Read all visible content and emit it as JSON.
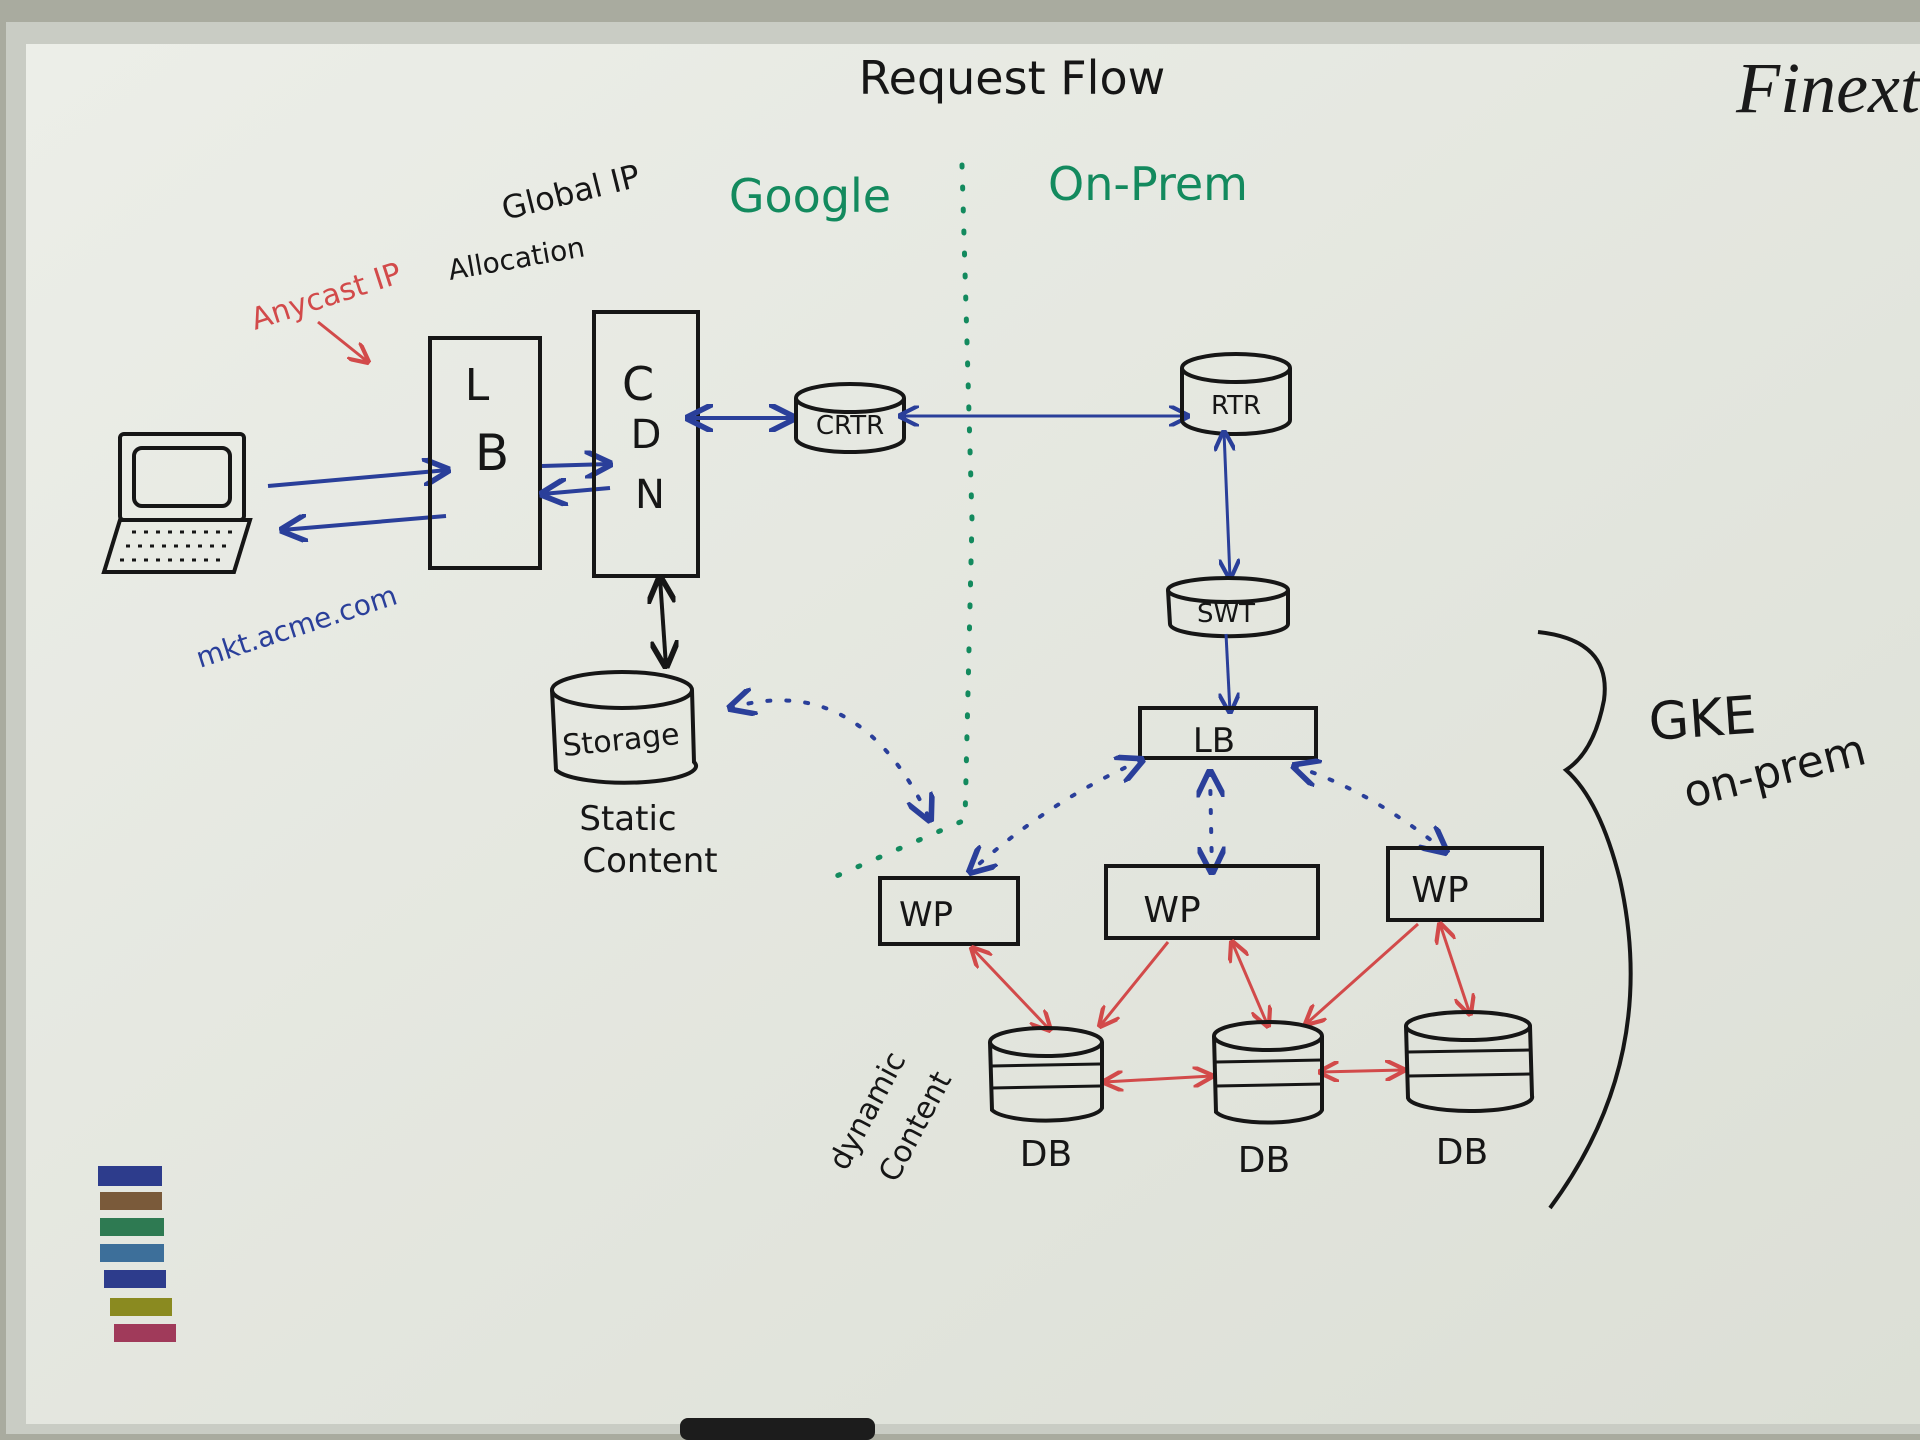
{
  "title": "Request Flow",
  "brand": "Finext",
  "regions": {
    "left": "Google",
    "right": "On-Prem"
  },
  "annotations": {
    "global_ip": "Global IP",
    "allocation": "Allocation",
    "anycast": "Anycast IP",
    "domain": "mkt.acme.com",
    "static_1": "Static",
    "static_2": "Content",
    "dynamic_1": "dynamic",
    "dynamic_2": "Content",
    "gke_1": "GKE",
    "gke_2": "on-prem"
  },
  "nodes": {
    "lb_google_l": "L",
    "lb_google_b": "B",
    "cdn_c": "C",
    "cdn_d": "D",
    "cdn_n": "N",
    "crtr": "CRTR",
    "storage": "Storage",
    "rtr": "RTR",
    "swt": "SWT",
    "lb_onprem": "LB",
    "wp1": "WP",
    "wp2": "WP",
    "wp3": "WP",
    "db1": "DB",
    "db2": "DB",
    "db3": "DB"
  },
  "colors": {
    "board": "#e6e8e1",
    "ink_black": "#161616",
    "ink_blue": "#2a3f9a",
    "ink_red": "#d24a4a",
    "ink_green": "#138a5e"
  }
}
